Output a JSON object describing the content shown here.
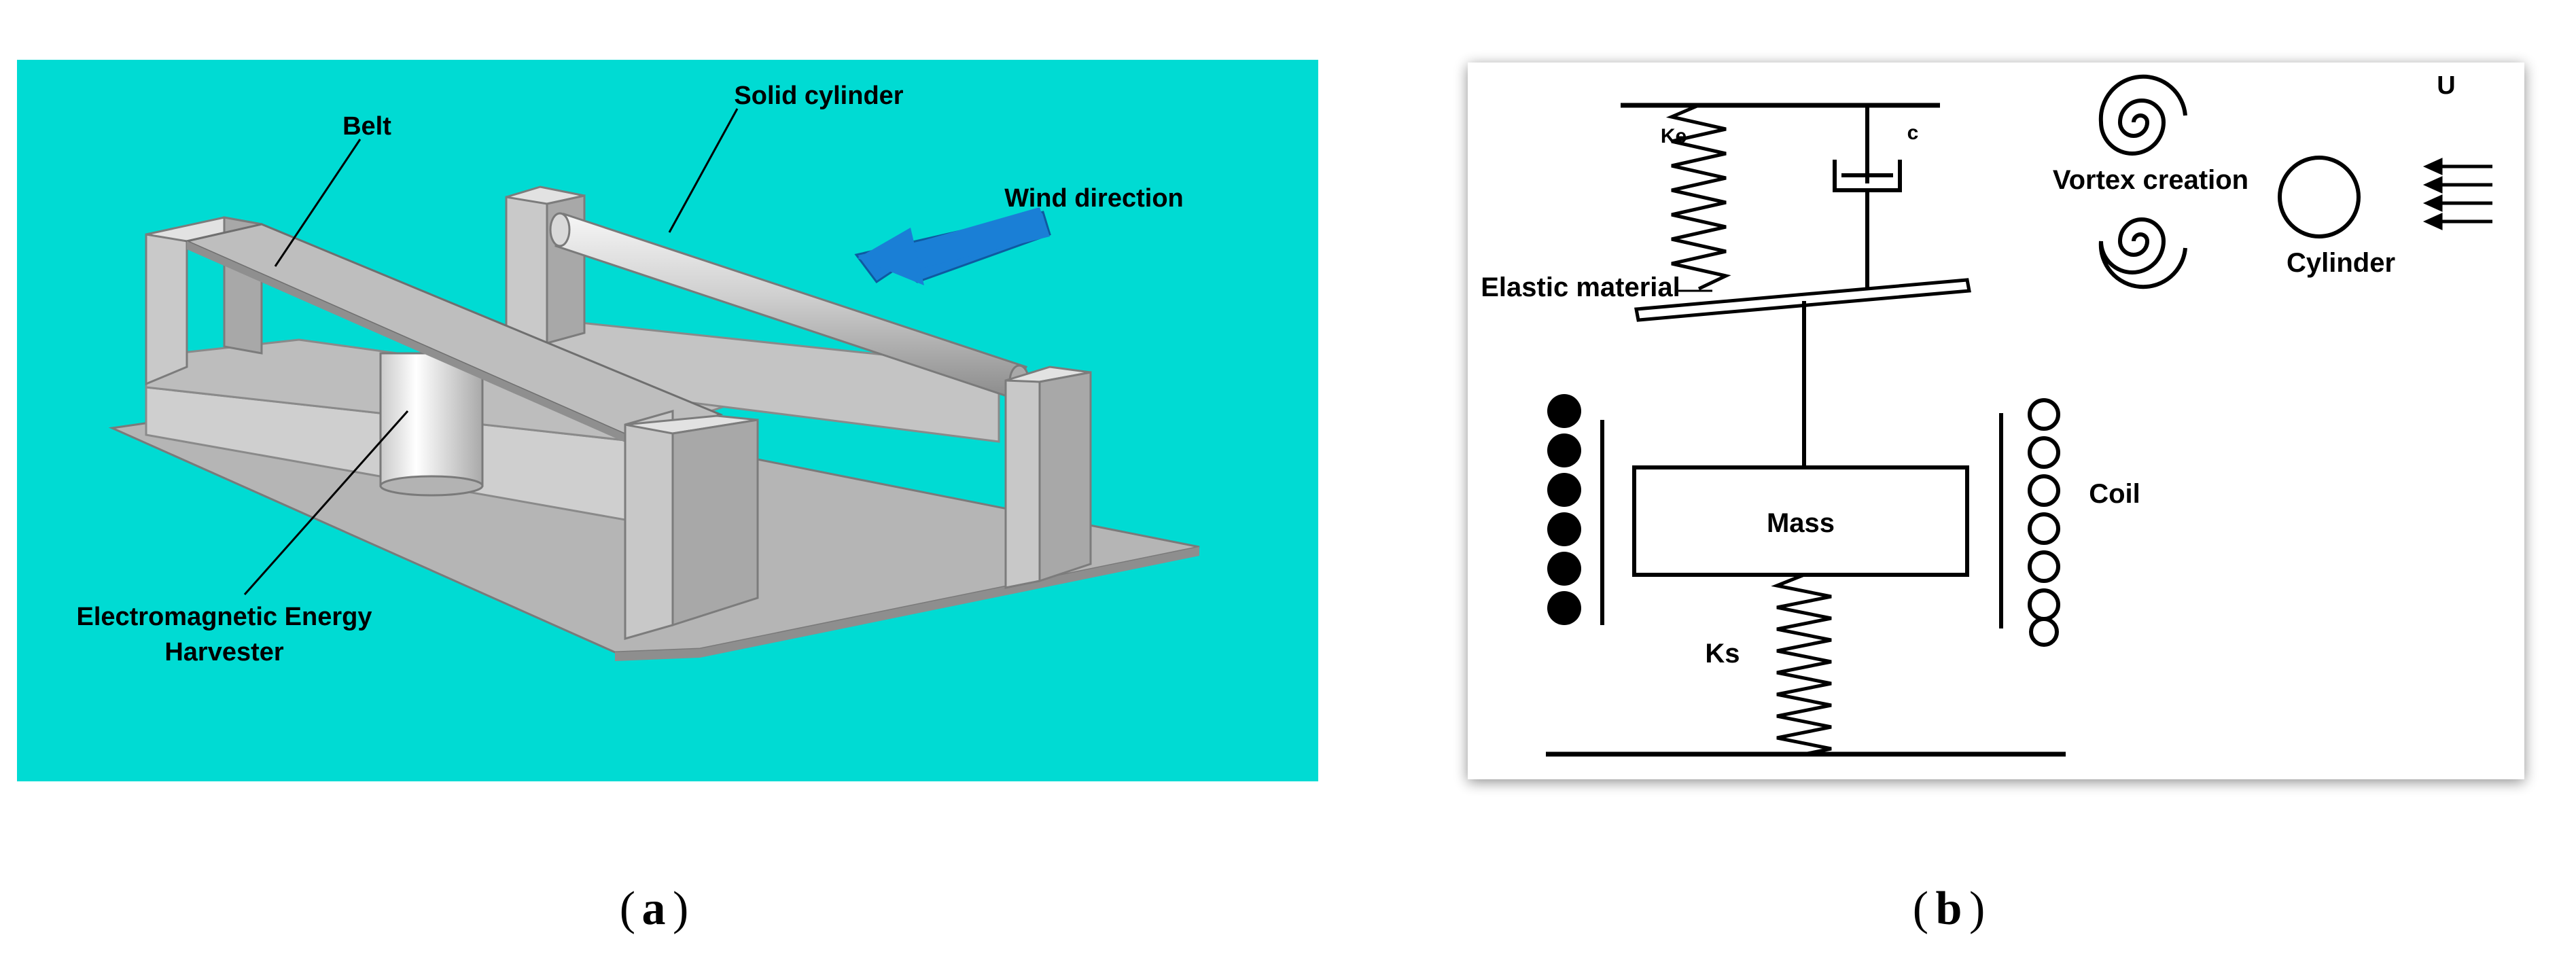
{
  "panel_a": {
    "background_color": "#00dbd3",
    "labels": {
      "belt": "Belt",
      "solid_cylinder": "Solid cylinder",
      "wind_direction": "Wind direction",
      "harvester_line1": "Electromagnetic Energy",
      "harvester_line2": "Harvester"
    },
    "arrow_color": "#1a7fd6",
    "caption_letter": "a"
  },
  "panel_b": {
    "background_color": "#ffffff",
    "labels": {
      "ke": "Ke",
      "c": "c",
      "u": "U",
      "vortex_creation": "Vortex creation",
      "cylinder": "Cylinder",
      "elastic_material": "Elastic material",
      "mass": "Mass",
      "coil": "Coil",
      "ks": "Ks"
    },
    "caption_letter": "b"
  }
}
